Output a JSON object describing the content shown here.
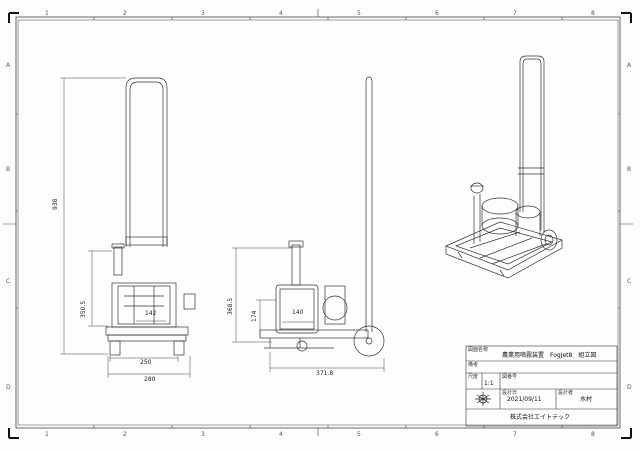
{
  "frame": {
    "columns": [
      "1",
      "2",
      "3",
      "4",
      "5",
      "6",
      "7",
      "8"
    ],
    "rows": [
      "A",
      "B",
      "C",
      "D"
    ]
  },
  "dimensions": {
    "front_height": "938",
    "front_mid_height": "350.5",
    "front_base_inner": "142",
    "front_base_width": "250",
    "front_overall_width": "280",
    "side_height": "368.5",
    "side_mid_height": "174",
    "side_tank_width": "140",
    "side_overall_depth": "371.8"
  },
  "title_block": {
    "drawing_name_label": "図面名称",
    "drawing_name": "農業用噴霧装置　FogJet8　組立図",
    "notes_label": "備考",
    "scale_label": "尺度",
    "scale_value": "1:1",
    "drawing_no_label": "図番号",
    "drawn_date_label": "設計日",
    "drawn_date": "2021/09/11",
    "designer_label": "設計者",
    "designer": "水村",
    "company": "株式会社エイトテック"
  }
}
